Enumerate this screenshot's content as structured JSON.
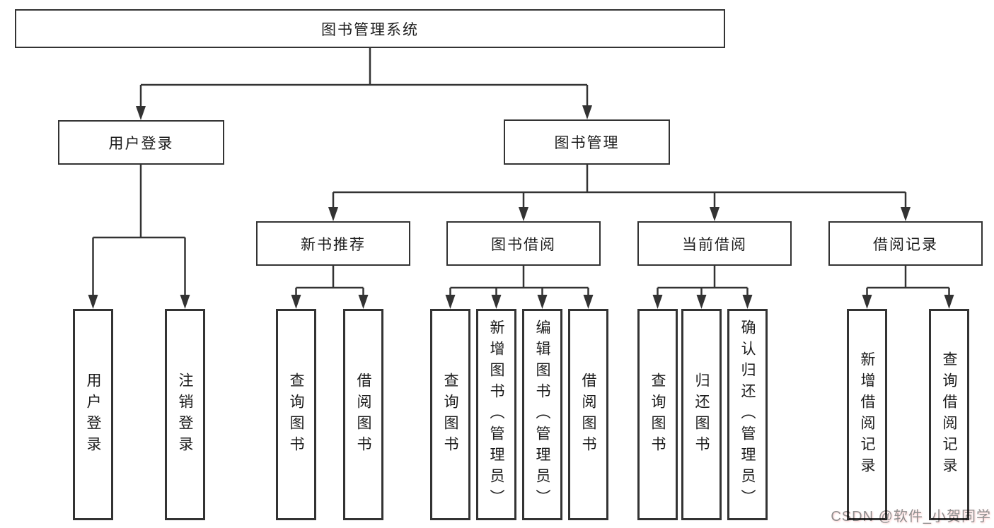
{
  "tree": {
    "root": {
      "label": "图书管理系统"
    },
    "branches": [
      {
        "label": "用户登录",
        "children": [
          {
            "label": "用户登录"
          },
          {
            "label": "注销登录"
          }
        ]
      },
      {
        "label": "图书管理",
        "children": [
          {
            "label": "新书推荐",
            "children": [
              {
                "label": "查询图书"
              },
              {
                "label": "借阅图书"
              }
            ]
          },
          {
            "label": "图书借阅",
            "children": [
              {
                "label": "查询图书"
              },
              {
                "label": "新增图书（管理员）"
              },
              {
                "label": "编辑图书（管理员）"
              },
              {
                "label": "借阅图书"
              }
            ]
          },
          {
            "label": "当前借阅",
            "children": [
              {
                "label": "查询图书"
              },
              {
                "label": "归还图书"
              },
              {
                "label": "确认归还（管理员）"
              }
            ]
          },
          {
            "label": "借阅记录",
            "children": [
              {
                "label": "新增借阅记录"
              },
              {
                "label": "查询借阅记录"
              }
            ]
          }
        ]
      }
    ]
  },
  "watermark": {
    "text": "CSDN @软件_小贺同学"
  },
  "colors": {
    "line": "#333333",
    "box_border": "#333333",
    "text": "#1c1c1c",
    "watermark": "#8f8f8f",
    "background": "#ffffff"
  }
}
